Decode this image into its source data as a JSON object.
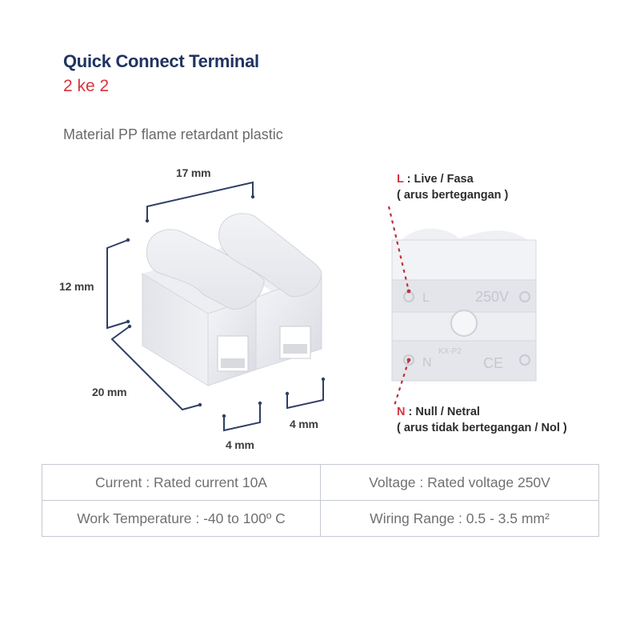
{
  "header": {
    "title": "Quick Connect Terminal",
    "subtitle": "2 ke 2",
    "material": "Material PP flame retardant plastic"
  },
  "dimensions": {
    "width_top": "17 mm",
    "height": "12 mm",
    "length": "20 mm",
    "slot_left": "4 mm",
    "slot_right": "4 mm"
  },
  "terminal_markings": {
    "top_row": "250V",
    "bottom_row_model": "KX-P2",
    "bottom_row_cert": "CE",
    "top_letter": "L",
    "bottom_letter": "N"
  },
  "legend": {
    "live": {
      "code": "L",
      "text": " : Live / Fasa",
      "note": "( arus bertegangan )"
    },
    "neutral": {
      "code": "N",
      "text": " : Null / Netral",
      "note": "( arus tidak bertegangan / Nol )"
    }
  },
  "specs": [
    [
      "Current : Rated current 10A",
      "Voltage : Rated voltage 250V"
    ],
    [
      "Work Temperature : -40 to 100º C",
      "Wiring Range : 0.5 - 3.5 mm²"
    ]
  ],
  "colors": {
    "title": "#1f3461",
    "accent_red": "#d7333e",
    "dimension_line": "#2e3f66",
    "table_border": "#c6c8d2"
  }
}
